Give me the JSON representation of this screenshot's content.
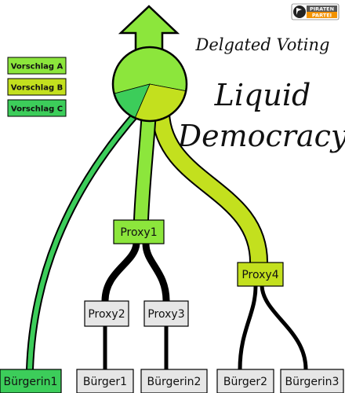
{
  "titles": {
    "subtitle": "Delgated Voting",
    "title_line1": "Liquid",
    "title_line2": "Democracy"
  },
  "logo": {
    "line1": "PIRATEN",
    "line2": "PARTEI"
  },
  "legend": [
    {
      "label": "Vorschlag A",
      "color": "#8ce63c"
    },
    {
      "label": "Vorschlag B",
      "color": "#c3e01e"
    },
    {
      "label": "Vorschlag C",
      "color": "#3ccd5a"
    }
  ],
  "nodes": {
    "proxy1": "Proxy1",
    "proxy2": "Proxy2",
    "proxy3": "Proxy3",
    "proxy4": "Proxy4",
    "buergerin1": "Bürgerin1",
    "buerger1": "Bürger1",
    "buergerin2": "Bürgerin2",
    "buerger2": "Bürger2",
    "buergerin3": "Bürgerin3"
  },
  "colors": {
    "vorschlag_a": "#8ce63c",
    "vorschlag_b": "#c3e01e",
    "vorschlag_c": "#3ccd5a",
    "neutral_box": "#e6e6e6",
    "logo_orange": "#f39200"
  },
  "pie": {
    "slices": [
      {
        "proposal": "Vorschlag A",
        "share": 4
      },
      {
        "proposal": "Vorschlag B",
        "share": 2
      },
      {
        "proposal": "Vorschlag C",
        "share": 1
      }
    ]
  }
}
